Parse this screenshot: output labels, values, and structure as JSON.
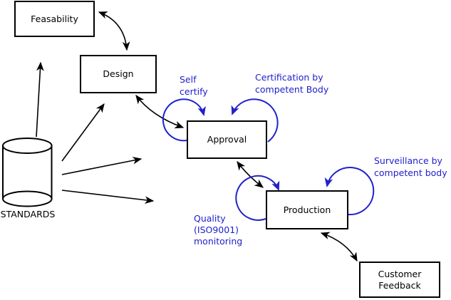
{
  "nodes": {
    "feasability": "Feasability",
    "design": "Design",
    "approval": "Approval",
    "production": "Production",
    "customer_feedback": "Customer\nFeedback",
    "standards": "STANDARDS"
  },
  "annotations": {
    "self_certify": "Self\ncertify",
    "certification": "Certification by\ncompetent Body",
    "quality": "Quality\n(ISO9001)\nmonitoring",
    "surveillance": "Surveillance by\ncompetent body"
  },
  "edges": [
    {
      "from": "standards",
      "to": "feasability",
      "direction": "one-way"
    },
    {
      "from": "standards",
      "to": "design",
      "direction": "one-way"
    },
    {
      "from": "standards",
      "to": "approval",
      "direction": "one-way"
    },
    {
      "from": "standards",
      "to": "production",
      "direction": "one-way"
    },
    {
      "from": "feasability",
      "to": "design",
      "direction": "two-way"
    },
    {
      "from": "design",
      "to": "approval",
      "direction": "two-way"
    },
    {
      "from": "approval",
      "to": "production",
      "direction": "two-way"
    },
    {
      "from": "production",
      "to": "customer_feedback",
      "direction": "two-way"
    },
    {
      "on": "approval",
      "direction": "self-loop",
      "label": "Self certify"
    },
    {
      "on": "approval",
      "direction": "self-loop",
      "label": "Certification by competent Body"
    },
    {
      "on": "production",
      "direction": "self-loop",
      "label": "Quality (ISO9001) monitoring"
    },
    {
      "on": "production",
      "direction": "self-loop",
      "label": "Surveillance by competent body"
    }
  ],
  "colors": {
    "line": "#000000",
    "annotation": "#2121cc",
    "node_fill": "#ffffff",
    "background": "#ffffff"
  }
}
